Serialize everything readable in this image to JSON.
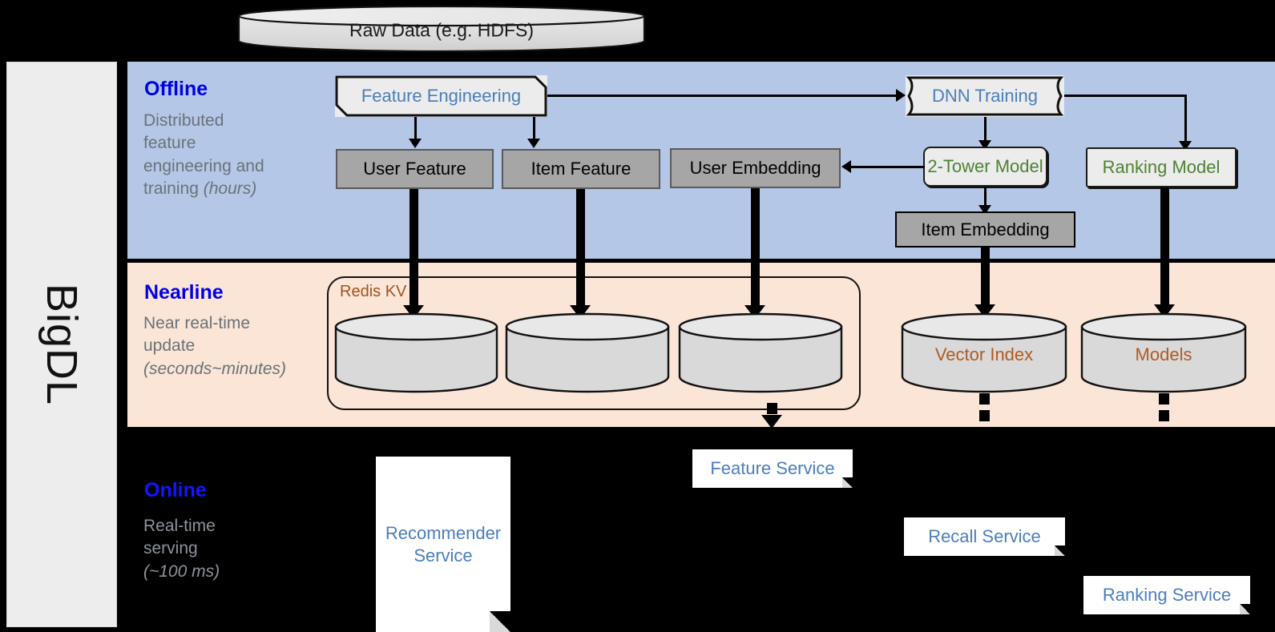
{
  "platform": {
    "name": "BigDL"
  },
  "source": {
    "label": "Raw Data (e.g. HDFS)"
  },
  "bands": {
    "offline": {
      "title": "Offline",
      "subtitle_line1": "Distributed",
      "subtitle_line2": "feature",
      "subtitle_line3": "engineering and",
      "subtitle_line4": "training ",
      "subtitle_emphasis": "(hours)",
      "bg_color": "#b4c7e7",
      "title_color": "#0000e6"
    },
    "nearline": {
      "title": "Nearline",
      "subtitle_line1": "Near real-time",
      "subtitle_line2": "update",
      "subtitle_emphasis": "(seconds~minutes)",
      "bg_color": "#fbe5d6",
      "title_color": "#0000e6"
    },
    "online": {
      "title": "Online",
      "subtitle_line1": "Real-time",
      "subtitle_line2": "serving",
      "subtitle_emphasis": "(~100 ms)",
      "bg_color": "#000000",
      "title_color": "#1414ff"
    }
  },
  "offline_nodes": {
    "feature_engineering": {
      "label": "Feature Engineering",
      "text_color": "#4a7ebb"
    },
    "dnn_training": {
      "label": "DNN Training",
      "text_color": "#4a7ebb"
    },
    "user_feature": {
      "label": "User Feature",
      "text_color": "#000000"
    },
    "item_feature": {
      "label": "Item Feature",
      "text_color": "#000000"
    },
    "user_embedding": {
      "label": "User Embedding",
      "text_color": "#000000"
    },
    "two_tower_model": {
      "label": "2-Tower Model",
      "text_color": "#4e8234"
    },
    "ranking_model": {
      "label": "Ranking Model",
      "text_color": "#4e8234"
    },
    "item_embedding": {
      "label": "Item Embedding",
      "text_color": "#000000"
    }
  },
  "nearline_nodes": {
    "redis_kv": {
      "label": "Redis KV",
      "text_color": "#a0531f"
    },
    "store_user_feature": {
      "label": ""
    },
    "store_item_feature": {
      "label": ""
    },
    "store_user_embedding": {
      "label": ""
    },
    "vector_index": {
      "label": "Vector Index",
      "text_color": "#b05a22"
    },
    "models": {
      "label": "Models",
      "text_color": "#b05a22"
    }
  },
  "online_nodes": {
    "recommender_service": {
      "label_line1": "Recommender",
      "label_line2": "Service",
      "text_color": "#4a7ebb"
    },
    "feature_service": {
      "label": "Feature Service",
      "text_color": "#4a7ebb"
    },
    "recall_service": {
      "label": "Recall Service",
      "text_color": "#4a7ebb"
    },
    "ranking_service": {
      "label": "Ranking Service",
      "text_color": "#4a7ebb"
    }
  }
}
